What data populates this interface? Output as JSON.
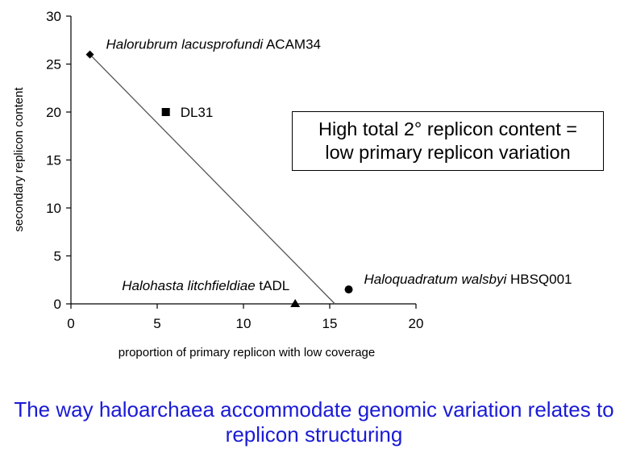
{
  "chart_data": {
    "type": "scatter",
    "title": "",
    "xlabel": "proportion of primary replicon with low coverage",
    "ylabel": "secondary replicon content",
    "xlim": [
      0,
      20
    ],
    "ylim": [
      0,
      30
    ],
    "x_ticks": [
      0,
      5,
      10,
      15,
      20
    ],
    "y_ticks": [
      0,
      5,
      10,
      15,
      20,
      25,
      30
    ],
    "grid": false,
    "legend": "none",
    "points": [
      {
        "x": 1.1,
        "y": 26,
        "marker": "diamond",
        "label_italic": "Halorubrum lacusprofundi",
        "label_plain": " ACAM34"
      },
      {
        "x": 5.5,
        "y": 20,
        "marker": "square",
        "label_italic": "",
        "label_plain": "DL31"
      },
      {
        "x": 13.0,
        "y": 0,
        "marker": "triangle",
        "label_italic": "Halohasta litchfieldiae",
        "label_plain": " tADL"
      },
      {
        "x": 16.1,
        "y": 1.5,
        "marker": "circle",
        "label_italic": "Haloquadratum walsbyi",
        "label_plain": " HBSQ001"
      }
    ],
    "trendline": {
      "x": [
        1.1,
        15.3
      ],
      "y": [
        26,
        0
      ]
    }
  },
  "annotation": {
    "line1": "High total 2° replicon content =",
    "line2": "low primary replicon variation"
  },
  "caption": {
    "line1": "The way haloarchaea accommodate genomic variation relates to",
    "line2": "replicon structuring"
  }
}
